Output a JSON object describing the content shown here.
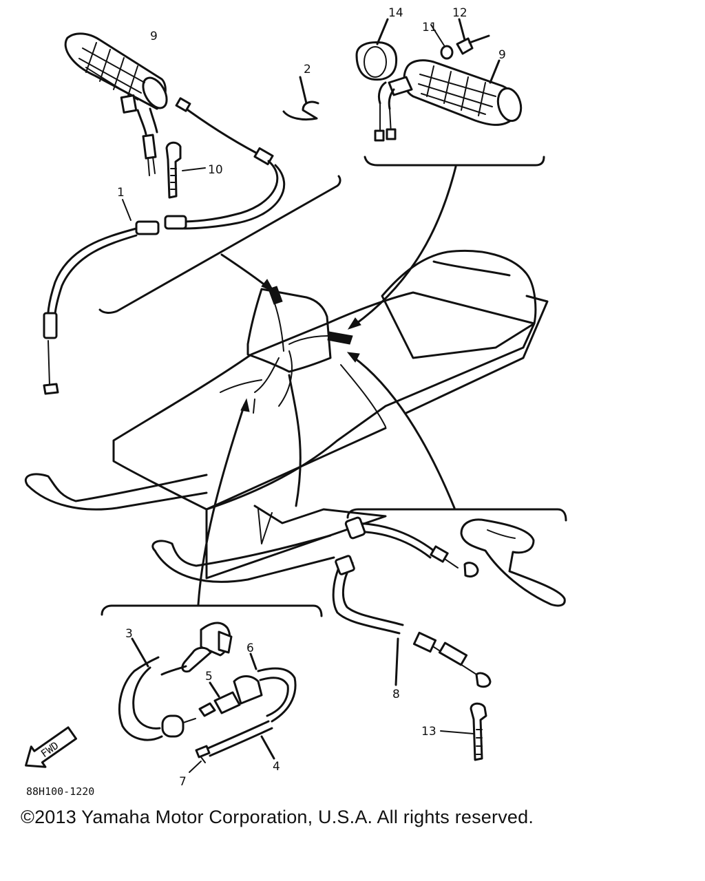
{
  "diagram": {
    "part_numbers": {
      "p1": "1",
      "p2": "2",
      "p3": "3",
      "p4": "4",
      "p5": "5",
      "p6": "6",
      "p7": "7",
      "p8": "8",
      "p9_left": "9",
      "p9_right": "9",
      "p10": "10",
      "p11": "11",
      "p12": "12",
      "p13": "13",
      "p14": "14"
    },
    "fwd_label": "FWD",
    "drawing_code": "88H100-1220"
  },
  "footer": {
    "copyright": "©2013 Yamaha Motor Corporation, U.S.A. All rights reserved."
  }
}
